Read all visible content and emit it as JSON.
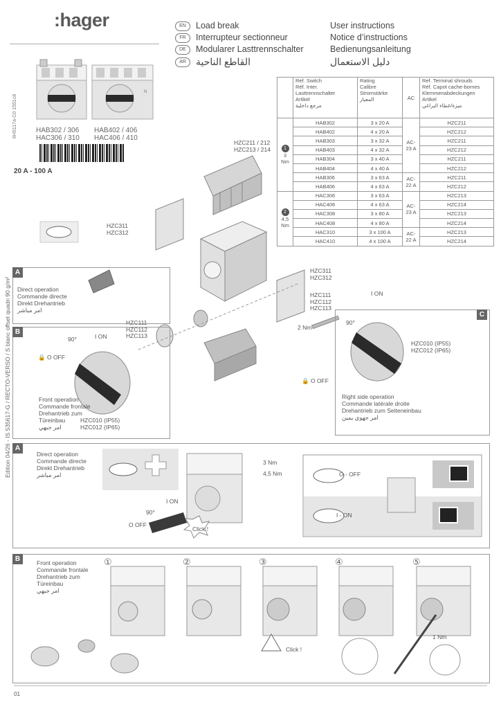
{
  "brand": ":hager",
  "doc_code": "6H5117a-C0 1551c8",
  "edition": "Edition 04/26 - IS 535617-G / RECTO-VERSO / S blanc offset quadri 90 g/m²",
  "languages": [
    {
      "code": "EN",
      "name": "Load break",
      "title": "User instructions"
    },
    {
      "code": "FR",
      "name": "Interrupteur sectionneur",
      "title": "Notice d’instructions"
    },
    {
      "code": "DE",
      "name": "Modularer Lasttrennschalter",
      "title": "Bedienungsanleitung"
    },
    {
      "code": "AR",
      "name": "القاطع الناحية",
      "title": "دليل الاستعمال"
    }
  ],
  "product_refs": {
    "left_1": "HAB302 / 306",
    "left_2": "HAC306 / 310",
    "right_1": "HAB402 / 406",
    "right_2": "HAC406 / 410"
  },
  "range": "20 A - 100 A",
  "table": {
    "head_ref": [
      "Ref. Switch",
      "Réf. Inter.",
      "Lasttrennschalter",
      "Artikel",
      "مرجع داخلية"
    ],
    "head_rating": [
      "Rating",
      "Calibre",
      "Stromstärke",
      "المعيار"
    ],
    "head_ac": "AC",
    "head_shroud": [
      "Ref. Terminal shrouds",
      "Réf. Capot cache-bornes",
      "Klemmenabdeckungen",
      "Artikel",
      "ميزة/غطاء البراغي"
    ],
    "group1": {
      "num": "1",
      "label": "3 Nm"
    },
    "group2": {
      "num": "2",
      "label": "4,5 Nm"
    },
    "rows": [
      {
        "ref": "HAB302",
        "rating": "3 x 20 A",
        "shroud": "HZC211"
      },
      {
        "ref": "HAB402",
        "rating": "4 x 20 A",
        "shroud": "HZC212"
      },
      {
        "ref": "HAB303",
        "rating": "3 x 32 A",
        "shroud": "HZC211"
      },
      {
        "ref": "HAB403",
        "rating": "4 x 32 A",
        "shroud": "HZC212"
      },
      {
        "ref": "HAB304",
        "rating": "3 x 40 A",
        "shroud": "HZC211"
      },
      {
        "ref": "HAB404",
        "rating": "4 x 40 A",
        "shroud": "HZC212"
      },
      {
        "ref": "HAB306",
        "rating": "3 x 63 A",
        "shroud": "HZC211"
      },
      {
        "ref": "HAB406",
        "rating": "4 x 63 A",
        "shroud": "HZC212"
      },
      {
        "ref": "HAC306",
        "rating": "3 x 63 A",
        "shroud": "HZC213"
      },
      {
        "ref": "HAC406",
        "rating": "4 x 63 A",
        "shroud": "HZC214"
      },
      {
        "ref": "HAC308",
        "rating": "3 x 80 A",
        "shroud": "HZC213"
      },
      {
        "ref": "HAC408",
        "rating": "4 x 80 A",
        "shroud": "HZC214"
      },
      {
        "ref": "HAC310",
        "rating": "3 x 100 A",
        "shroud": "HZC213"
      },
      {
        "ref": "HAC410",
        "rating": "4 x 100 A",
        "shroud": "HZC214"
      }
    ],
    "ac_groups": [
      "AC-23 A",
      "AC-22 A",
      "AC-23 A",
      "AC-22 A"
    ]
  },
  "labels": {
    "hzc211": "HZC211 / 212",
    "hzc213": "HZC213 / 214",
    "hzc311": "HZC311",
    "hzc312": "HZC312",
    "hzc111": "HZC111",
    "hzc112": "HZC112",
    "hzc113": "HZC113",
    "hzc010": "HZC010 (IP55)",
    "hzc012": "HZC012 (IP65)",
    "two_nm": "2 Nm",
    "three_nm": "3 Nm",
    "four_nm": "4,5 Nm",
    "one_nm": "1 Nm",
    "on": "I ON",
    "off": "O OFF",
    "deg": "90°",
    "click": "Click !",
    "oon": "I - ON",
    "ooff": "O - OFF",
    "o": "O",
    "i": "I"
  },
  "sections": {
    "A": {
      "tag": "A",
      "lines": [
        "Direct operation",
        "Commande directe",
        "Direkt Drehantrieb",
        "امر مباشر"
      ]
    },
    "B": {
      "tag": "B",
      "lines": [
        "Front operation",
        "Commande frontale",
        "Drehantrieb zum",
        "Türeinbau",
        "امر جبهي"
      ]
    },
    "C": {
      "tag": "C",
      "lines": [
        "Right side operation",
        "Commande latérale droite",
        "Drehantrieb zum Seiteneinbau",
        "امر جهوي يمين"
      ]
    }
  },
  "steps": [
    "①",
    "②",
    "③",
    "④",
    "⑤"
  ],
  "page_num": "01",
  "colors": {
    "gray": "#666666",
    "light": "#e8e8e8",
    "red": "#c03030",
    "green": "#3a8a3a"
  }
}
